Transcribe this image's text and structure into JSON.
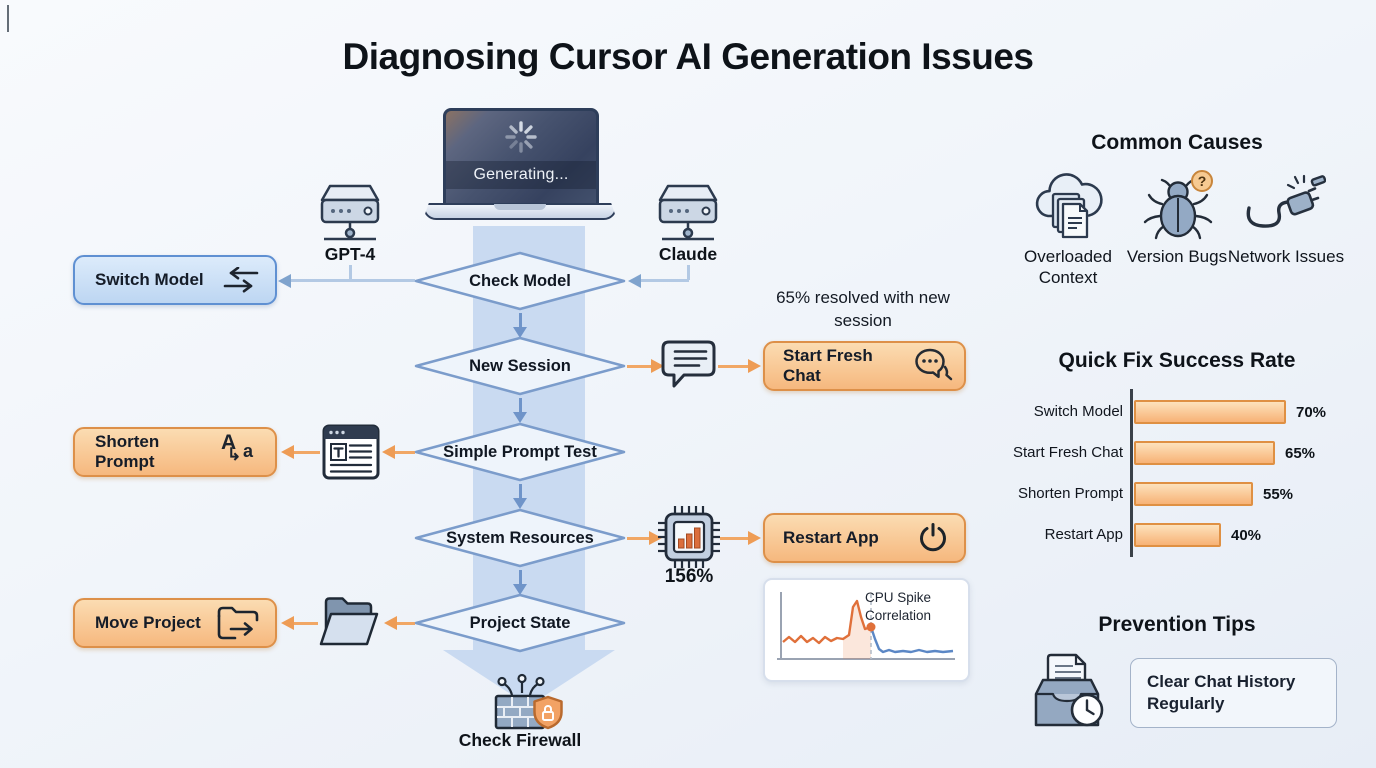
{
  "title": "Diagnosing Cursor AI Generation Issues",
  "laptop": {
    "status_text": "Generating...",
    "icon": "spinner-icon"
  },
  "models": {
    "left": {
      "label": "GPT-4",
      "icon": "server-icon"
    },
    "right": {
      "label": "Claude",
      "icon": "server-icon"
    }
  },
  "flow": {
    "steps": [
      "Check Model",
      "New Session",
      "Simple Prompt Test",
      "System Resources",
      "Project State"
    ],
    "final_step": "Check Firewall"
  },
  "actions": {
    "switch_model": "Switch Model",
    "start_fresh_chat": "Start Fresh Chat",
    "shorten_prompt": "Shorten Prompt",
    "restart_app": "Restart App",
    "move_project": "Move Project"
  },
  "annotations": {
    "session_note": "65% resolved with new session",
    "cpu_usage": "156%"
  },
  "cpu_card": {
    "title": "CPU Spike Correlation"
  },
  "sidebar": {
    "common_causes": {
      "title": "Common Causes",
      "items": [
        {
          "label": "Overloaded Context",
          "icon": "cloud-documents-icon"
        },
        {
          "label": "Version Bugs",
          "icon": "bug-question-icon"
        },
        {
          "label": "Network Issues",
          "icon": "unplugged-cable-icon"
        }
      ]
    },
    "success_chart": {
      "title": "Quick Fix Success Rate",
      "rows": [
        {
          "label": "Switch Model",
          "value": 70,
          "value_label": "70%"
        },
        {
          "label": "Start Fresh Chat",
          "value": 65,
          "value_label": "65%"
        },
        {
          "label": "Shorten Prompt",
          "value": 55,
          "value_label": "55%"
        },
        {
          "label": "Restart App",
          "value": 40,
          "value_label": "40%"
        }
      ]
    },
    "prevention": {
      "title": "Prevention Tips",
      "tip": "Clear Chat History Regularly",
      "icon": "archive-clock-icon"
    }
  },
  "chart_data": [
    {
      "type": "bar",
      "orientation": "horizontal",
      "title": "Quick Fix Success Rate",
      "categories": [
        "Switch Model",
        "Start Fresh Chat",
        "Shorten Prompt",
        "Restart App"
      ],
      "values": [
        70,
        65,
        55,
        40
      ],
      "unit": "%",
      "xlim": [
        0,
        100
      ],
      "grid": false,
      "bar_color": "#f7b276"
    },
    {
      "type": "line",
      "title": "CPU Spike Correlation",
      "description": "Sparkline: orange CPU usage line with a large spike, marker dot at dashed event line, blue line settles low afterwards",
      "series": [
        {
          "name": "before-spike",
          "color": "#e0703a"
        },
        {
          "name": "after-spike",
          "color": "#5b87c5"
        }
      ]
    }
  ],
  "colors": {
    "accent_orange": "#f6b87e",
    "accent_orange_border": "#dd9049",
    "accent_blue": "#bdd6f2",
    "accent_blue_border": "#5f90d2",
    "band_blue": "#c9daf1",
    "diamond_border": "#7b9ccb",
    "arrow_orange": "#ee9c55",
    "arrow_blue": "#6f94c9"
  }
}
